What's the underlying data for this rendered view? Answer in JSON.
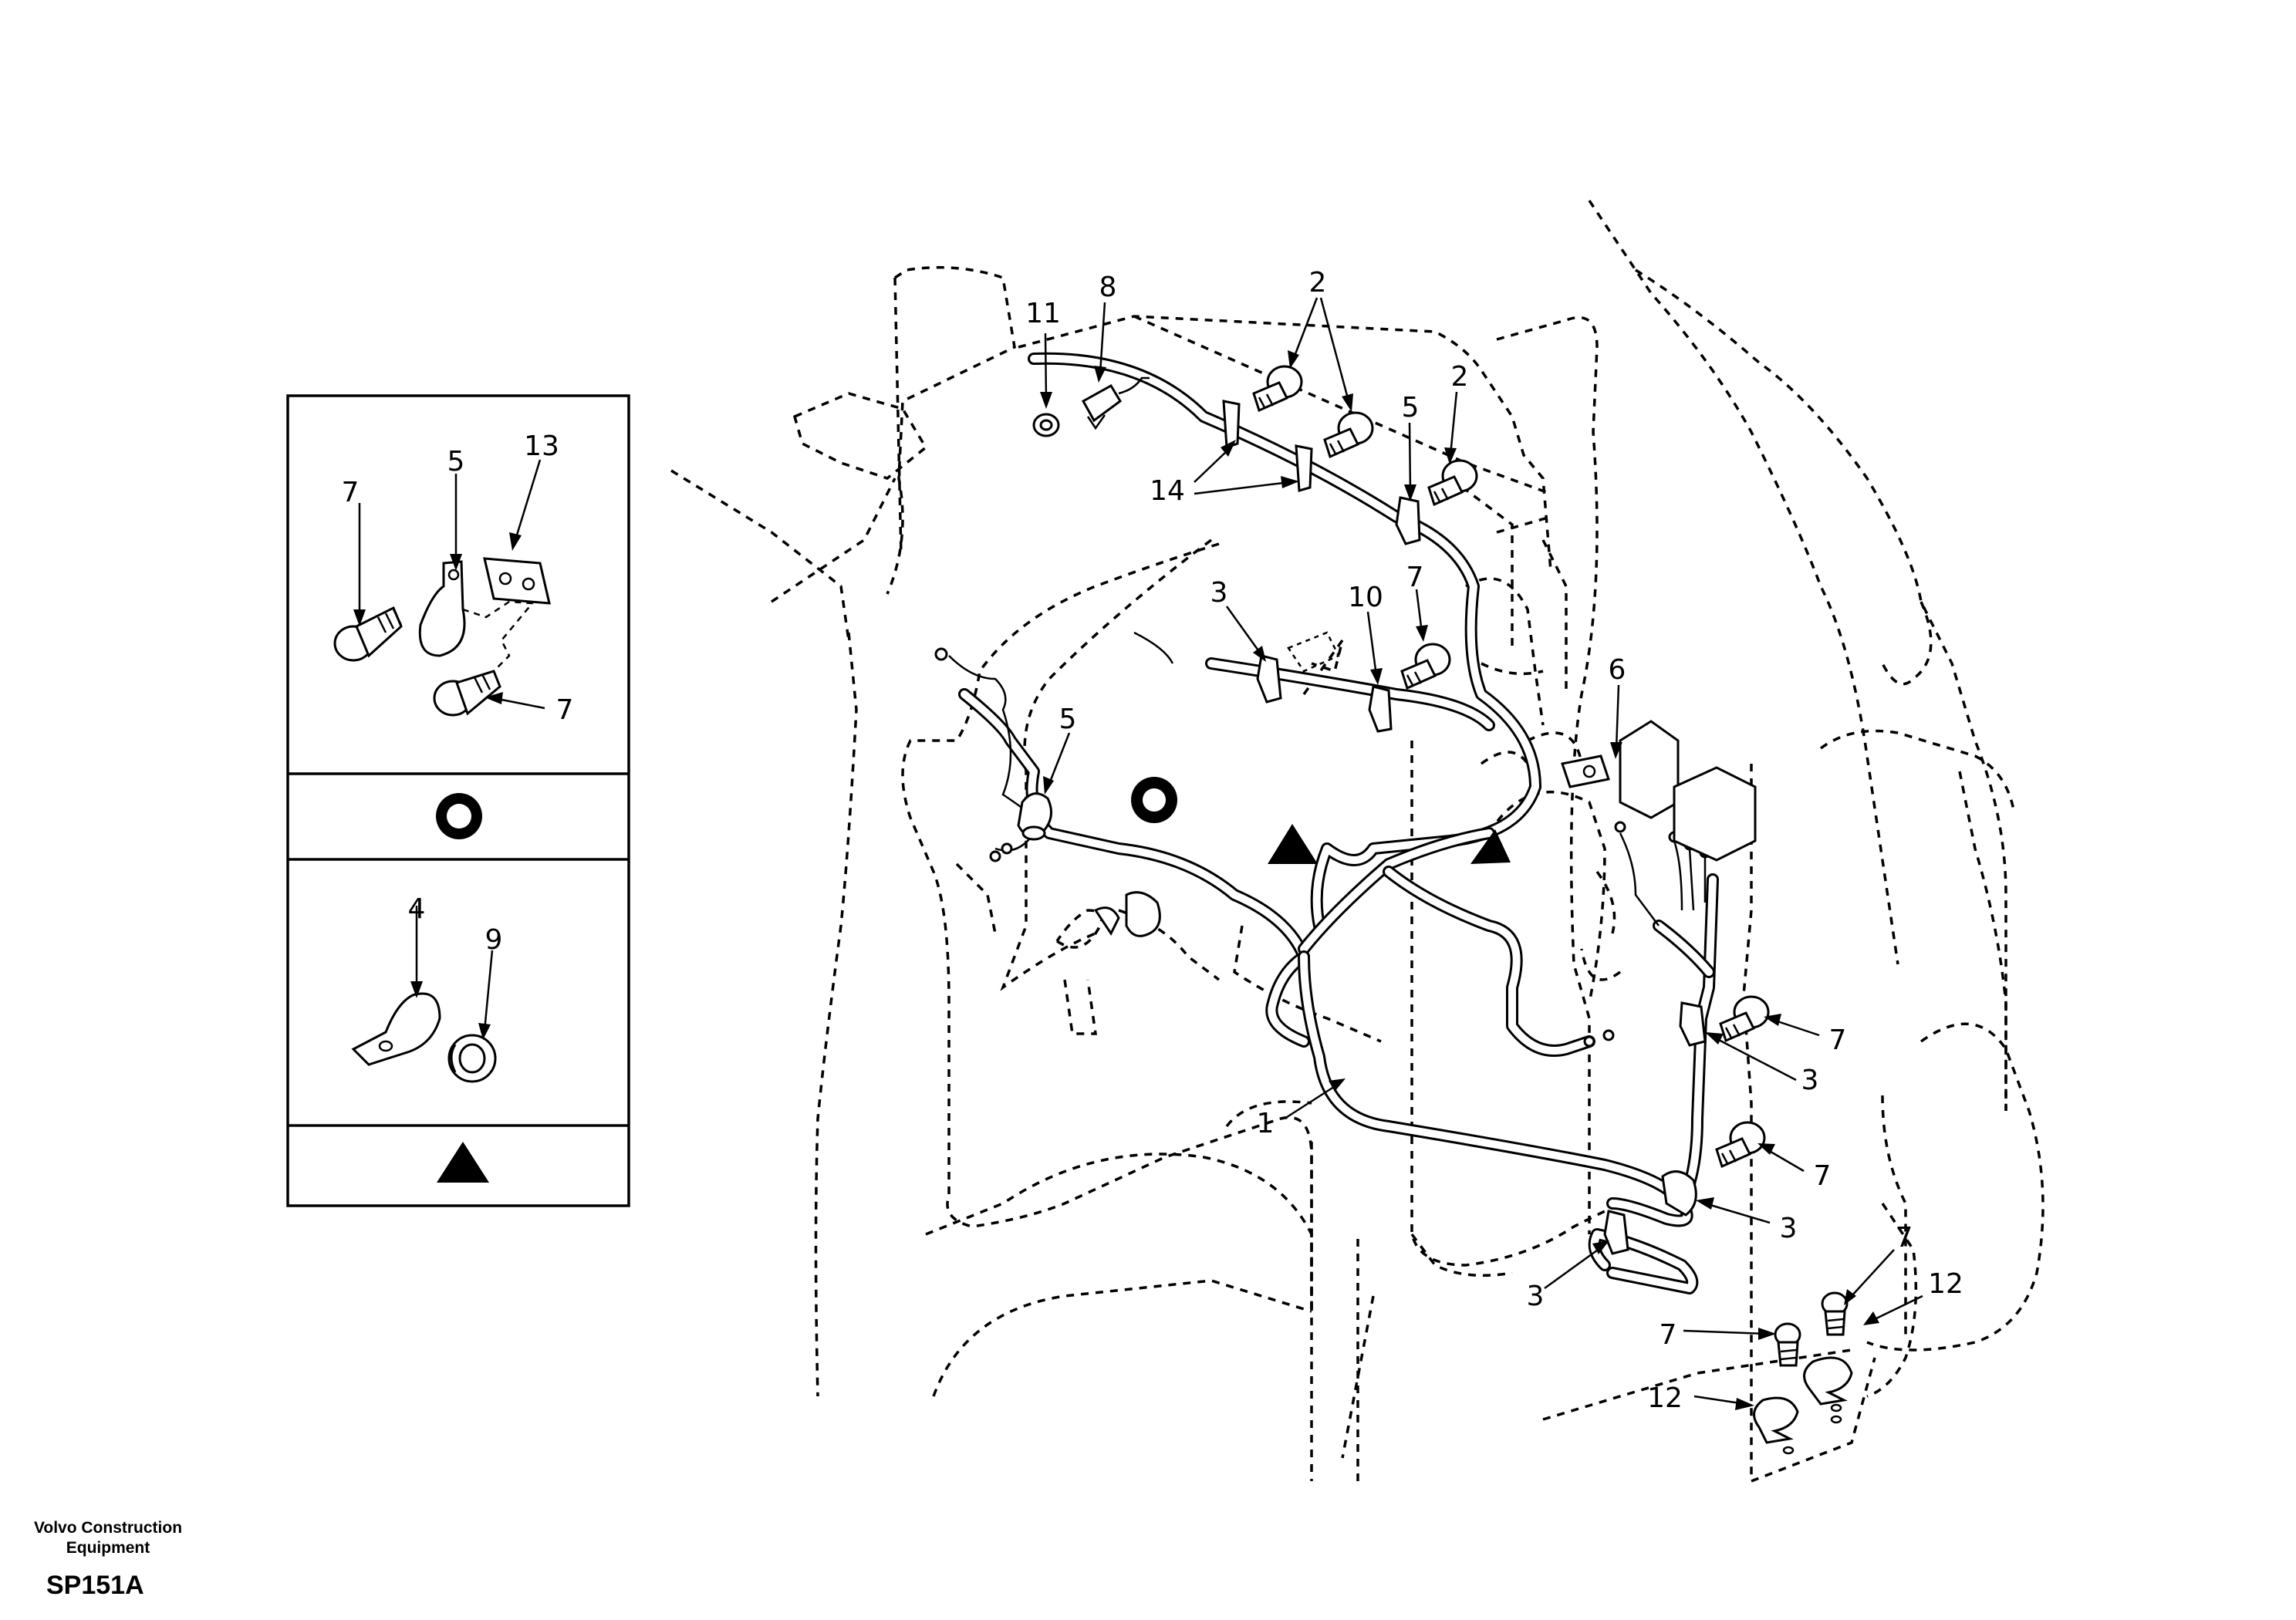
{
  "callouts": {
    "c1": "1",
    "c2a": "2",
    "c2b": "2",
    "c3a": "3",
    "c3b": "3",
    "c3c": "3",
    "c3d": "3",
    "c4": "4",
    "c5a": "5",
    "c5b": "5",
    "c5c": "5",
    "c6": "6",
    "c7a": "7",
    "c7b": "7",
    "c7c": "7",
    "c7d": "7",
    "c7e": "7",
    "c7f": "7",
    "c7g": "7",
    "c8": "8",
    "c9": "9",
    "c10": "10",
    "c11": "11",
    "c12a": "12",
    "c12b": "12",
    "c13": "13",
    "c14": "14"
  },
  "footer": {
    "manufacturer": "Volvo Construction Equipment",
    "code": "SP151A"
  },
  "colors": {
    "line": "#000000",
    "background": "#ffffff"
  }
}
